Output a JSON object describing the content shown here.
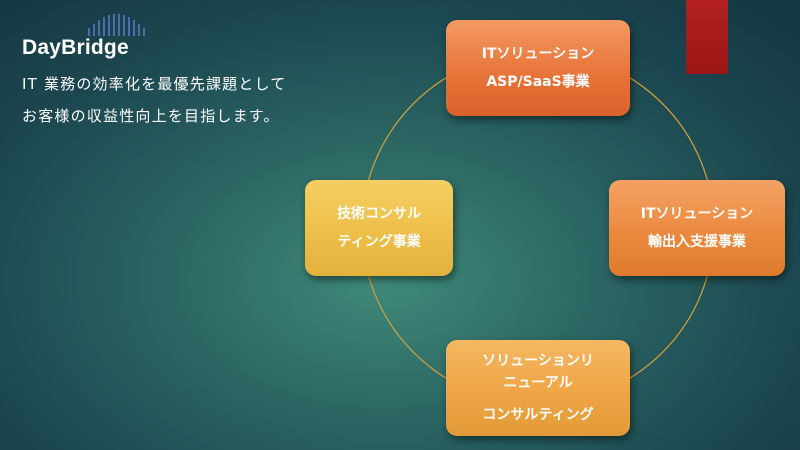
{
  "logo": {
    "text": "DayBridge"
  },
  "tagline": {
    "line1": "IT 業務の効率化を最優先課題として",
    "line2": "お客様の収益性向上を目指します。"
  },
  "cycle_nodes": {
    "top": {
      "line1": "ITソリューション",
      "line2": "ASP/SaaS事業"
    },
    "right": {
      "line1": "ITソリューション",
      "line2": "輸出入支援事業"
    },
    "bottom": {
      "line1": "ソリューションリ",
      "line2": "ニューアル",
      "line3": "コンサルティング"
    },
    "left": {
      "line1": "技術コンサル",
      "line2": "ティング事業"
    }
  },
  "colors": {
    "accent_red": "#b32020",
    "node_top": "#e8753a",
    "node_right": "#eb8a3e",
    "node_bottom": "#efa545",
    "node_left": "#eebf48",
    "cycle_line": "#d9a13a"
  }
}
